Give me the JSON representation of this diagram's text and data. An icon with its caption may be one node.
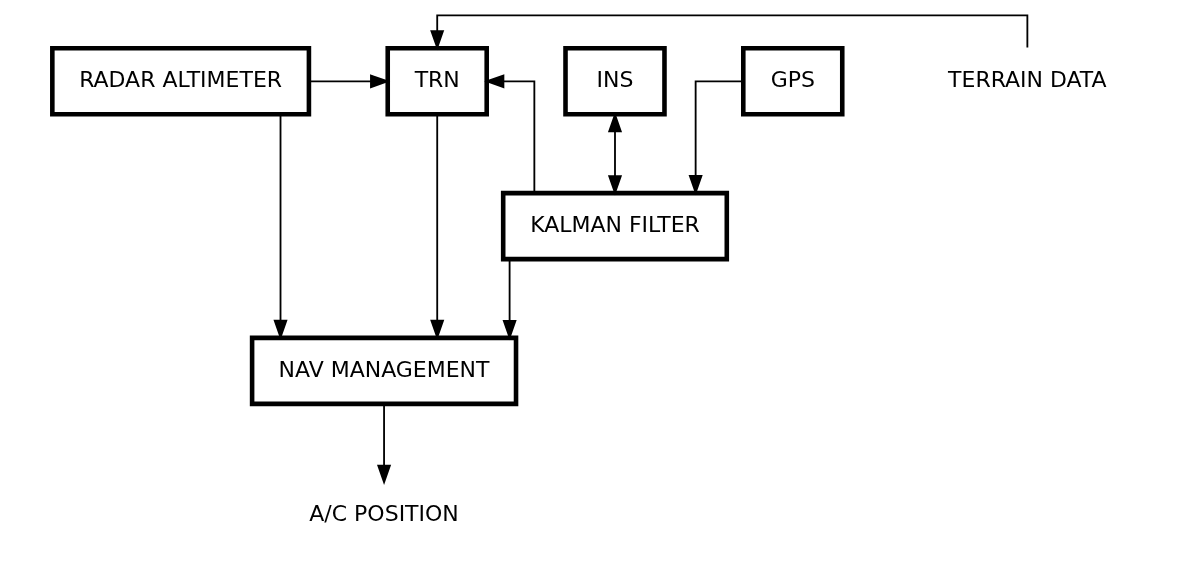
{
  "diagram": {
    "nodes": [
      {
        "text": [
          "RADAR ALTIMETER"
        ]
      },
      {
        "text": [
          "INS"
        ]
      },
      {
        "text": [
          "GPS"
        ]
      },
      {
        "text": [
          "TRN"
        ]
      },
      {
        "text": [
          "TERRAIN DATA"
        ]
      },
      {
        "text": [
          "KALMAN FILTER"
        ]
      },
      {
        "text": [
          "NAV MANAGEMENT"
        ]
      },
      {
        "text": [
          "A/C POSITION"
        ]
      }
    ],
    "edges": [
      {
        "from": 0,
        "to": 3,
        "arrow": "to"
      },
      {
        "from": 4,
        "to": 3,
        "arrow": "to"
      },
      {
        "from": 1,
        "to": 5,
        "arrow": "both"
      },
      {
        "from": 2,
        "to": 5,
        "arrow": "to"
      },
      {
        "from": 5,
        "to": 3,
        "arrow": "to"
      },
      {
        "from": 0,
        "to": 6,
        "arrow": "to"
      },
      {
        "from": 5,
        "to": 6,
        "arrow": "to"
      },
      {
        "from": 3,
        "to": 6,
        "arrow": "to"
      },
      {
        "from": 6,
        "to": 7,
        "arrow": "to"
      }
    ]
  }
}
